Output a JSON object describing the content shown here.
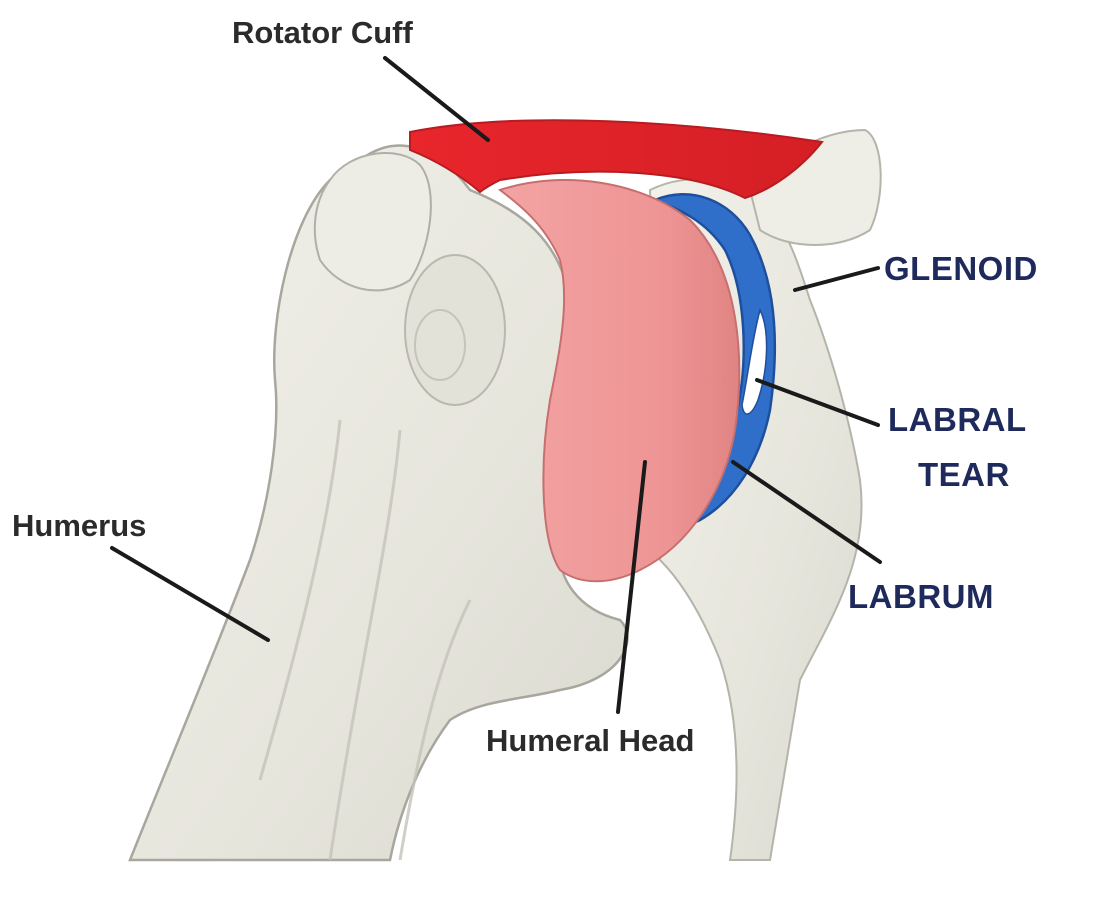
{
  "labels": {
    "rotator_cuff": "Rotator Cuff",
    "glenoid": "GLENOID",
    "labral_tear_line1": "LABRAL",
    "labral_tear_line2": "TEAR",
    "humerus": "Humerus",
    "labrum": "LABRUM",
    "humeral_head": "Humeral Head"
  },
  "colors": {
    "rotator_cuff": "#e2262c",
    "humeral_head": "#f19b9b",
    "labrum": "#2e6fc9",
    "bone": "#ecebe2",
    "bone_shadow": "#b9b8ae",
    "leader_line": "#1a1a1a",
    "navy_label": "#1f2a5c",
    "dark_label": "#2b2b2b"
  },
  "icons": {
    "glenoid_labral_tear": "white-slit-in-labrum"
  }
}
